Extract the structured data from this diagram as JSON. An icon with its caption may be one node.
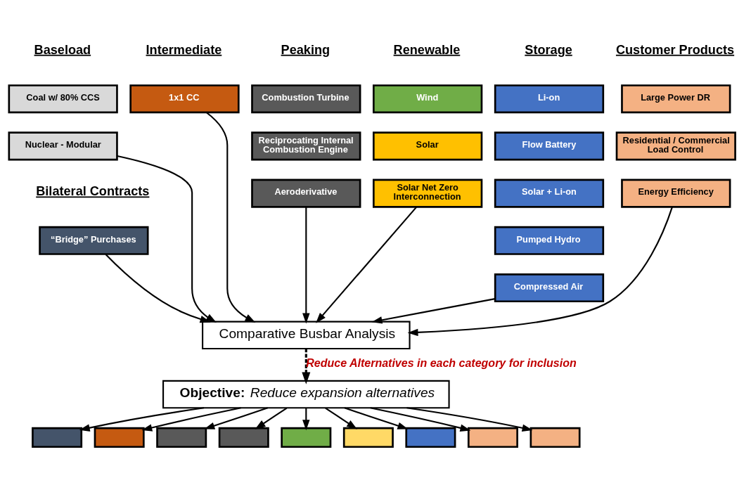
{
  "diagram": {
    "nodes": [
      {
        "text": [
          "Coal w/ 80% CCS"
        ]
      },
      {
        "text": [
          "Nuclear - Modular"
        ]
      },
      {
        "text": [
          "1x1 CC"
        ]
      },
      {
        "text": [
          "Combustion Turbine"
        ]
      },
      {
        "text": [
          "Reciprocating Internal Combustion Engine"
        ]
      },
      {
        "text": [
          "Aeroderivative"
        ]
      },
      {
        "text": [
          "Wind"
        ]
      },
      {
        "text": [
          "Solar"
        ]
      },
      {
        "text": [
          "Solar Net Zero Interconnection"
        ]
      },
      {
        "text": [
          "Li-on"
        ]
      },
      {
        "text": [
          "Flow Battery"
        ]
      },
      {
        "text": [
          "Solar + Li-on"
        ]
      },
      {
        "text": [
          "Pumped Hydro"
        ]
      },
      {
        "text": [
          "Compressed Air"
        ]
      },
      {
        "text": [
          "Large Power DR"
        ]
      },
      {
        "text": [
          "Residential / Commercial Load Control"
        ]
      },
      {
        "text": [
          "Energy Efficiency"
        ]
      },
      {
        "text": [
          "“Bridge” Purchases"
        ]
      },
      {
        "text": [
          "Comparative Busbar Analysis"
        ]
      },
      {
        "text": [
          "**Objective:** *Reduce expansion alternatives*"
        ]
      },
      {
        "text": [],
        "shape": "box"
      },
      {
        "text": [],
        "shape": "box"
      },
      {
        "text": [],
        "shape": "box"
      },
      {
        "text": [],
        "shape": "box"
      },
      {
        "text": [],
        "shape": "box"
      },
      {
        "text": [],
        "shape": "box"
      },
      {
        "text": [],
        "shape": "box"
      },
      {
        "text": [],
        "shape": "box"
      },
      {
        "text": [],
        "shape": "box"
      }
    ],
    "edges": [
      {
        "from": 1,
        "to": 18,
        "arrow": "to"
      },
      {
        "from": 2,
        "to": 18,
        "arrow": "to"
      },
      {
        "from": 5,
        "to": 18,
        "arrow": "to"
      },
      {
        "from": 8,
        "to": 18,
        "arrow": "to"
      },
      {
        "from": 13,
        "to": 18,
        "arrow": "to"
      },
      {
        "from": 16,
        "to": 18,
        "arrow": "to"
      },
      {
        "from": 17,
        "to": 18,
        "arrow": "to"
      },
      {
        "from": 18,
        "to": 19,
        "arrow": "to",
        "style": "dashed",
        "label": "Reduce Alternatives in each category for inclusion"
      },
      {
        "from": 19,
        "to": 20,
        "arrow": "to"
      },
      {
        "from": 19,
        "to": 21,
        "arrow": "to"
      },
      {
        "from": 19,
        "to": 22,
        "arrow": "to"
      },
      {
        "from": 19,
        "to": 23,
        "arrow": "to"
      },
      {
        "from": 19,
        "to": 24,
        "arrow": "to"
      },
      {
        "from": 19,
        "to": 25,
        "arrow": "to"
      },
      {
        "from": 19,
        "to": 26,
        "arrow": "to"
      },
      {
        "from": 19,
        "to": 27,
        "arrow": "to"
      },
      {
        "from": 19,
        "to": 28,
        "arrow": "to"
      }
    ],
    "labels": [
      "Baseload",
      "Intermediate",
      "Peaking",
      "Renewable",
      "Storage",
      "Customer Products",
      "Bilateral Contracts"
    ]
  }
}
